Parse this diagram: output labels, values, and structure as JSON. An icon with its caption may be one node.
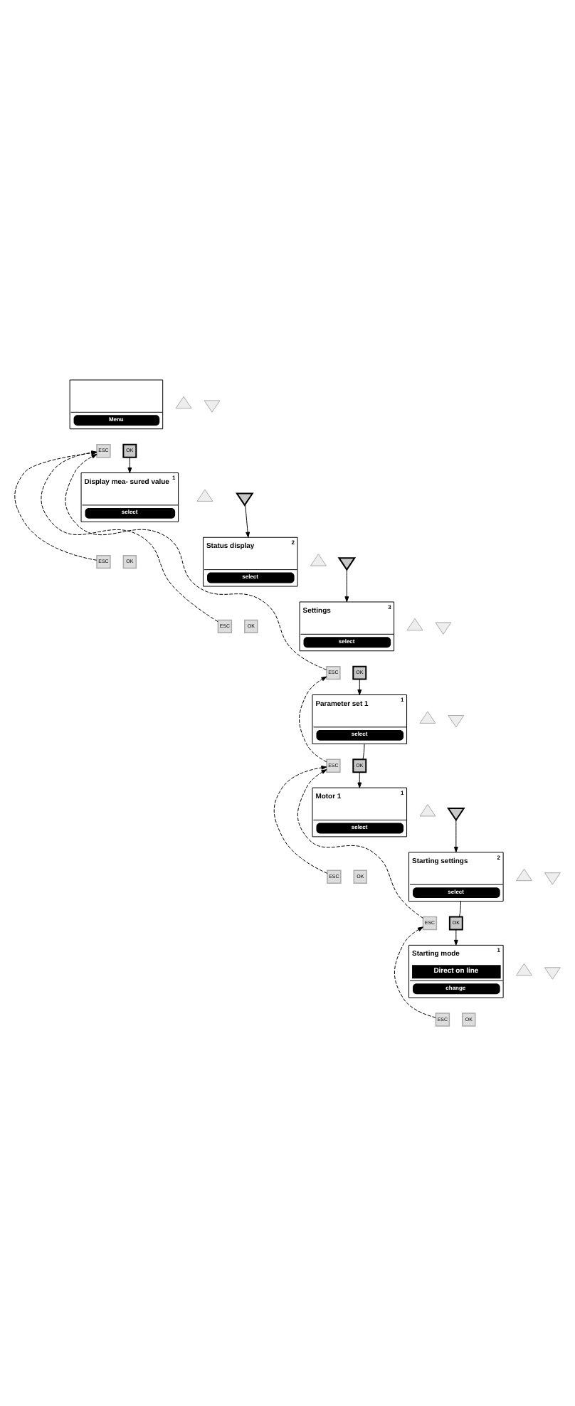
{
  "diagram": {
    "nodes": [
      {
        "text": [
          "Menu"
        ]
      },
      {
        "text": [],
        "shape": "triangle"
      },
      {
        "text": [],
        "shape": "triangle"
      },
      {
        "text": [
          "ESC"
        ]
      },
      {
        "text": [
          "OK"
        ]
      },
      {
        "text": [
          "Display mea- sured value",
          "1",
          "select"
        ]
      },
      {
        "text": [],
        "shape": "triangle"
      },
      {
        "text": [],
        "shape": "triangle"
      },
      {
        "text": [
          "ESC"
        ]
      },
      {
        "text": [
          "OK"
        ]
      },
      {
        "text": [
          "Status display",
          "2",
          "select"
        ]
      },
      {
        "text": [],
        "shape": "triangle"
      },
      {
        "text": [],
        "shape": "triangle"
      },
      {
        "text": [
          "ESC"
        ]
      },
      {
        "text": [
          "OK"
        ]
      },
      {
        "text": [
          "Settings",
          "3",
          "select"
        ]
      },
      {
        "text": [],
        "shape": "triangle"
      },
      {
        "text": [],
        "shape": "triangle"
      },
      {
        "text": [
          "ESC"
        ]
      },
      {
        "text": [
          "OK"
        ]
      },
      {
        "text": [
          "Parameter set 1",
          "1",
          "select"
        ]
      },
      {
        "text": [],
        "shape": "triangle"
      },
      {
        "text": [],
        "shape": "triangle"
      },
      {
        "text": [
          "ESC"
        ]
      },
      {
        "text": [
          "OK"
        ]
      },
      {
        "text": [
          "Motor 1",
          "1",
          "select"
        ]
      },
      {
        "text": [],
        "shape": "triangle"
      },
      {
        "text": [],
        "shape": "triangle"
      },
      {
        "text": [
          "ESC"
        ]
      },
      {
        "text": [
          "OK"
        ]
      },
      {
        "text": [
          "Starting settings",
          "2",
          "select"
        ]
      },
      {
        "text": [],
        "shape": "triangle"
      },
      {
        "text": [],
        "shape": "triangle"
      },
      {
        "text": [
          "ESC"
        ]
      },
      {
        "text": [
          "OK"
        ]
      },
      {
        "text": [
          "Starting mode",
          "1",
          "Direct on line",
          "change"
        ]
      },
      {
        "text": [],
        "shape": "triangle"
      },
      {
        "text": [],
        "shape": "triangle"
      },
      {
        "text": [
          "ESC"
        ]
      },
      {
        "text": [
          "OK"
        ]
      }
    ],
    "edges": [
      {
        "from": 4,
        "to": 5,
        "arrow": "to"
      },
      {
        "from": 7,
        "to": 10,
        "arrow": "to"
      },
      {
        "from": 8,
        "to": 3,
        "arrow": "to",
        "style": "dashed"
      },
      {
        "from": 13,
        "to": 3,
        "arrow": "to",
        "style": "dashed"
      },
      {
        "from": 12,
        "to": 15,
        "arrow": "to"
      },
      {
        "from": 18,
        "to": 3,
        "arrow": "to",
        "style": "dashed"
      },
      {
        "from": 19,
        "to": 20,
        "arrow": "to"
      },
      {
        "from": 20,
        "to": 24,
        "arrow": "none"
      },
      {
        "from": 23,
        "to": 18,
        "arrow": "to",
        "style": "dashed"
      },
      {
        "from": 24,
        "to": 25,
        "arrow": "to"
      },
      {
        "from": 27,
        "to": 30,
        "arrow": "to"
      },
      {
        "from": 28,
        "to": 23,
        "arrow": "to",
        "style": "dashed"
      },
      {
        "from": 30,
        "to": 34,
        "arrow": "none"
      },
      {
        "from": 33,
        "to": 23,
        "arrow": "to",
        "style": "dashed"
      },
      {
        "from": 34,
        "to": 35,
        "arrow": "to"
      },
      {
        "from": 38,
        "to": 33,
        "arrow": "to",
        "style": "dashed"
      }
    ]
  }
}
